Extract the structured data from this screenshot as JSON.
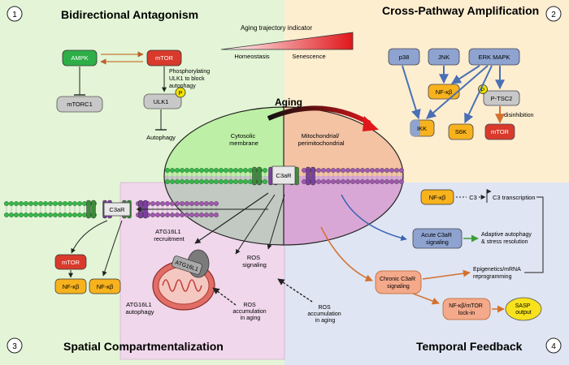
{
  "panels": {
    "p1": {
      "number": "1",
      "title": "Bidirectional Antagonism"
    },
    "p2": {
      "number": "2",
      "title": "Cross-Pathway Amplification"
    },
    "p3": {
      "number": "3",
      "title": "Spatial Compartmentalization"
    },
    "p4": {
      "number": "4",
      "title": "Temporal Feedback"
    }
  },
  "aging_indicator": {
    "label": "Aging trajectory indicator",
    "left": "Homeostasis",
    "right": "Senescence"
  },
  "center": {
    "aging_label": "Aging",
    "cytosolic": [
      "Cytosolic",
      "membrane"
    ],
    "mito": [
      "Mitochondrial/",
      "perimitochondrial"
    ],
    "c3ar": "C3aR"
  },
  "p1_nodes": {
    "ampk": "AMPK",
    "mtor": "mTOR",
    "mtorc1": "mTORC1",
    "ulk1": "ULK1",
    "phos_badge": "P",
    "phos_note": [
      "Phosphorylating",
      "ULK1 to block",
      "autophagy"
    ],
    "autophagy": "Autophagy"
  },
  "p2_nodes": {
    "p38": "p38",
    "jnk": "JNK",
    "erk": "ERK MAPK",
    "nfkb": "NF-κβ",
    "ptsc2": "P-TSC2",
    "phos_badge": "P",
    "ikk": "IKK",
    "s6k": "S6K",
    "mtor": "mTOR",
    "disinhibition": "disinhibition"
  },
  "p3_nodes": {
    "c3ar": "C3aR",
    "mtor": "mTOR",
    "nfkb_a": "NF-κβ",
    "nfkb_b": "NF-κβ",
    "atg16l1_recruit": [
      "ATG16L1",
      "recruitment"
    ],
    "atg16l1_label": "ATG16L1",
    "atg16l1_autophagy": [
      "ATG16L1",
      "autophagy"
    ],
    "ros_signal": [
      "ROS",
      "signaling"
    ],
    "ros_acc_a": [
      "ROS",
      "accumulation",
      "in aging"
    ],
    "ros_acc_b": [
      "ROS",
      "accumulation",
      "in aging"
    ]
  },
  "p4_nodes": {
    "nfkb": "NF-κβ",
    "c3": "C3",
    "c3_transcription": "C3 transcription",
    "acute": [
      "Acute C3aR",
      "signaling"
    ],
    "adaptive": [
      "Adaptive autophagy",
      "& stress resolution"
    ],
    "chronic": [
      "Chronic C3aR",
      "signaling"
    ],
    "epigenetics": [
      "Epigenetics/mRNA",
      "reprogramming"
    ],
    "lockin": [
      "NF-κβ/mTOR",
      "lock-in"
    ],
    "sasp": [
      "SASP",
      "output"
    ]
  },
  "colors": {
    "green_panel": "#e3f5d6",
    "yellow_panel": "#fdeed0",
    "pink_panel": "#f0d7ec",
    "blue_panel": "#dfe5f2",
    "mtor_red": "#d93a2b",
    "nfkb_orange": "#f7b21d",
    "chronic_salmon": "#f4a98a",
    "acute_blue": "#8ea3cf"
  }
}
